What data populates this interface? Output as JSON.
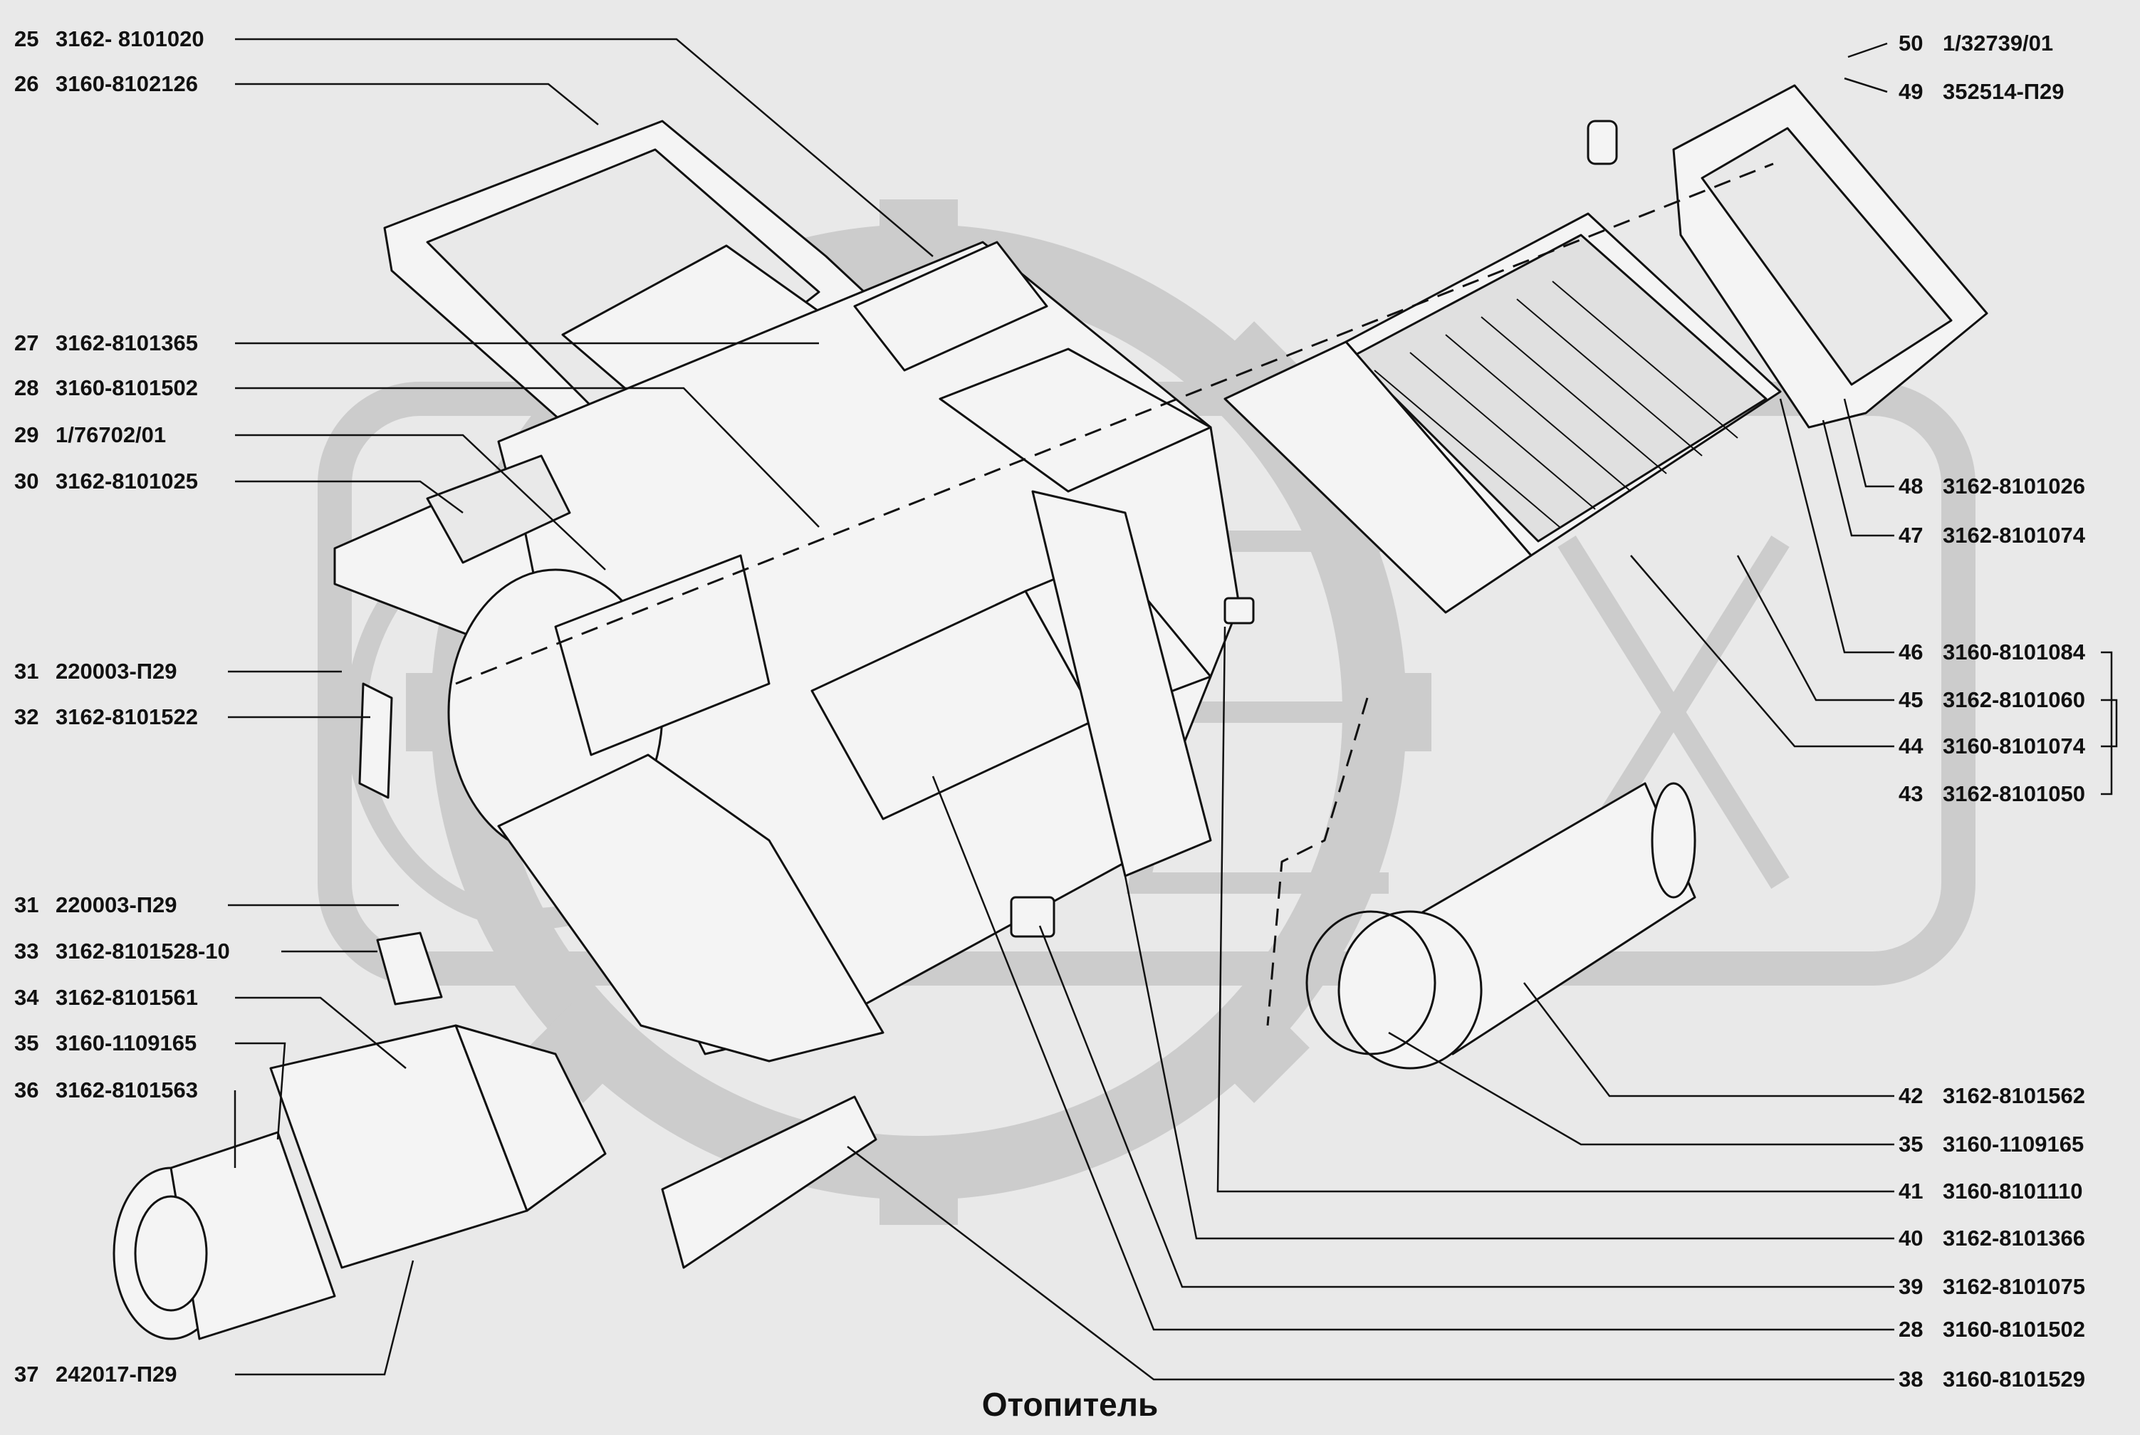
{
  "caption": "Отопитель",
  "colors": {
    "background": "#e9e9e9",
    "watermark": "#c9c9c9",
    "lines": "#111111",
    "parts_fill": "#f4f4f4"
  },
  "watermark_icon": "gear-logo-watermark",
  "callouts_left": [
    {
      "num": "25",
      "code": "3162- 8101020"
    },
    {
      "num": "26",
      "code": "3160-8102126"
    },
    {
      "num": "27",
      "code": "3162-8101365"
    },
    {
      "num": "28",
      "code": "3160-8101502"
    },
    {
      "num": "29",
      "code": "1/76702/01"
    },
    {
      "num": "30",
      "code": "3162-8101025"
    },
    {
      "num": "31",
      "code": "220003-П29"
    },
    {
      "num": "32",
      "code": "3162-8101522"
    },
    {
      "num": "31",
      "code": "220003-П29"
    },
    {
      "num": "33",
      "code": "3162-8101528-10"
    },
    {
      "num": "34",
      "code": "3162-8101561"
    },
    {
      "num": "35",
      "code": "3160-1109165"
    },
    {
      "num": "36",
      "code": "3162-8101563"
    },
    {
      "num": "37",
      "code": "242017-П29"
    }
  ],
  "callouts_right": [
    {
      "num": "50",
      "code": "1/32739/01"
    },
    {
      "num": "49",
      "code": "352514-П29"
    },
    {
      "num": "48",
      "code": "3162-8101026"
    },
    {
      "num": "47",
      "code": "3162-8101074"
    },
    {
      "num": "46",
      "code": "3160-8101084"
    },
    {
      "num": "45",
      "code": "3162-8101060"
    },
    {
      "num": "44",
      "code": "3160-8101074"
    },
    {
      "num": "43",
      "code": "3162-8101050"
    },
    {
      "num": "42",
      "code": "3162-8101562"
    },
    {
      "num": "35",
      "code": "3160-1109165"
    },
    {
      "num": "41",
      "code": "3160-8101110"
    },
    {
      "num": "40",
      "code": "3162-8101366"
    },
    {
      "num": "39",
      "code": "3162-8101075"
    },
    {
      "num": "28",
      "code": "3160-8101502"
    },
    {
      "num": "38",
      "code": "3160-8101529"
    }
  ]
}
